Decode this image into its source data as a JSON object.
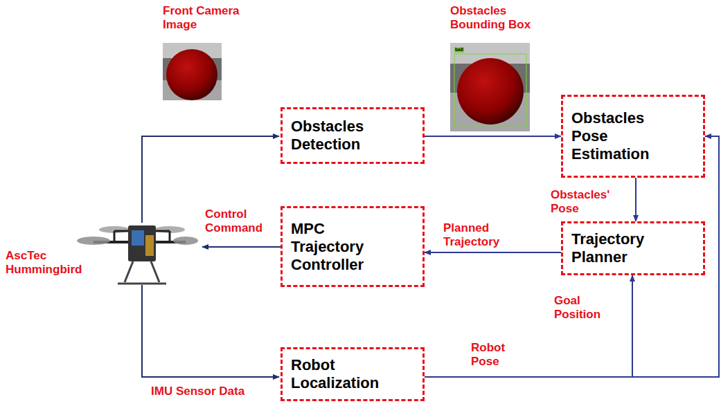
{
  "diagram": {
    "nodes": [
      {
        "text": [
          "Obstacles Detection"
        ]
      },
      {
        "text": [
          "Obstacles Pose Estimation"
        ]
      },
      {
        "text": [
          "MPC Trajectory Controller"
        ]
      },
      {
        "text": [
          "Trajectory Planner"
        ]
      },
      {
        "text": [
          "Robot Localization"
        ]
      }
    ],
    "edges": [
      {
        "from": 0,
        "to": 1,
        "arrow": "to"
      },
      {
        "from": 1,
        "to": 3,
        "label": "Obstacles' Pose",
        "arrow": "to"
      },
      {
        "from": 3,
        "to": 2,
        "label": "Planned Trajectory",
        "arrow": "to"
      },
      {
        "from": 4,
        "to": 3,
        "label": "Goal Position",
        "arrow": "to"
      },
      {
        "from": 4,
        "to": 1,
        "label": "Robot Pose",
        "arrow": "to"
      }
    ],
    "labels": [
      "Front Camera Image",
      "Obstacles Bounding Box",
      "ball",
      "AscTec Hummingbird",
      "Control Command",
      "IMU Sensor Data"
    ]
  }
}
